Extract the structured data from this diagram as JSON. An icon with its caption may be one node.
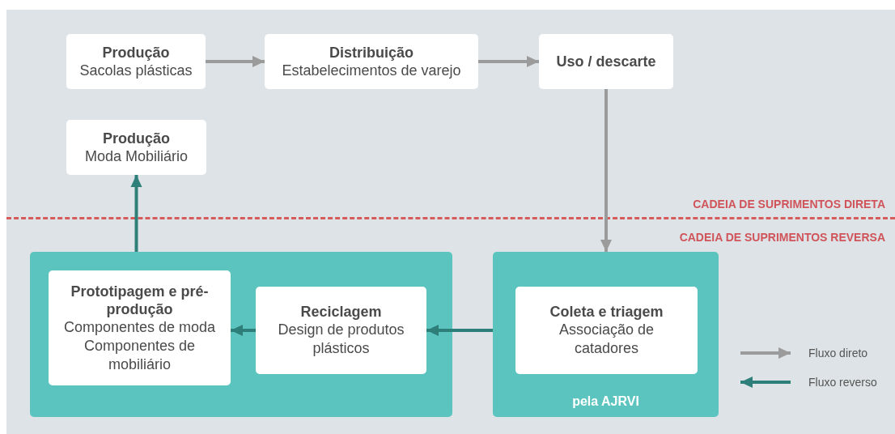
{
  "diagram": {
    "nodes": [
      {
        "text": [
          "Produção",
          "Sacolas plásticas"
        ]
      },
      {
        "text": [
          "Distribuição",
          "Estabelecimentos de varejo"
        ]
      },
      {
        "text": [
          "Uso / descarte"
        ]
      },
      {
        "text": [
          "Produção",
          "Moda Mobiliário"
        ]
      },
      {
        "text": [],
        "shape": "box"
      },
      {
        "text": [
          "Prototipagem e pré-produção",
          "Componentes de moda",
          "Componentes de mobiliário"
        ],
        "in": 4
      },
      {
        "text": [
          "Reciclagem",
          "Design de produtos plásticos"
        ],
        "in": 4
      },
      {
        "text": [
          "pela AJRVI"
        ]
      },
      {
        "text": [
          "Coleta e triagem",
          "Associação de catadores"
        ],
        "in": 7
      }
    ],
    "edges": [
      {
        "from": 0,
        "to": 1,
        "arrow": "to"
      },
      {
        "from": 1,
        "to": 2,
        "arrow": "to"
      },
      {
        "from": 2,
        "to": 7,
        "arrow": "to"
      },
      {
        "from": 7,
        "to": 6,
        "arrow": "to",
        "color": "#2e7f7a"
      },
      {
        "from": 6,
        "to": 5,
        "arrow": "to",
        "color": "#2e7f7a"
      },
      {
        "from": 4,
        "to": 3,
        "arrow": "to",
        "color": "#2e7f7a"
      }
    ],
    "labels": [
      "CADEIA DE SUPRIMENTOS DIRETA",
      "CADEIA DE SUPRIMENTOS REVERSA"
    ],
    "legend": [
      {
        "text": "Fluxo direto"
      },
      {
        "text": "Fluxo reverso"
      }
    ]
  }
}
